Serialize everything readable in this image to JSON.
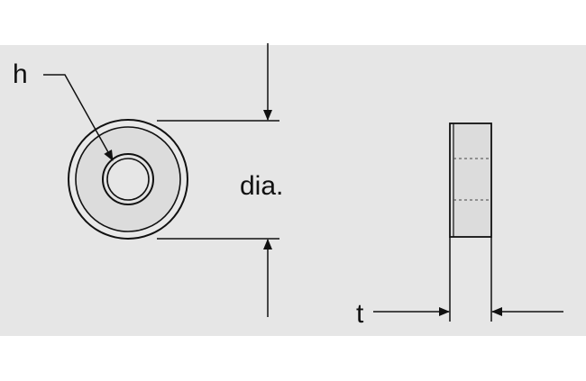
{
  "labels": {
    "hole": "h",
    "diameter": "dia.",
    "thickness": "t"
  },
  "colors": {
    "panel": "#e6e6e6",
    "stroke": "#111111",
    "face": "#dcdcdc",
    "page": "#ffffff"
  }
}
